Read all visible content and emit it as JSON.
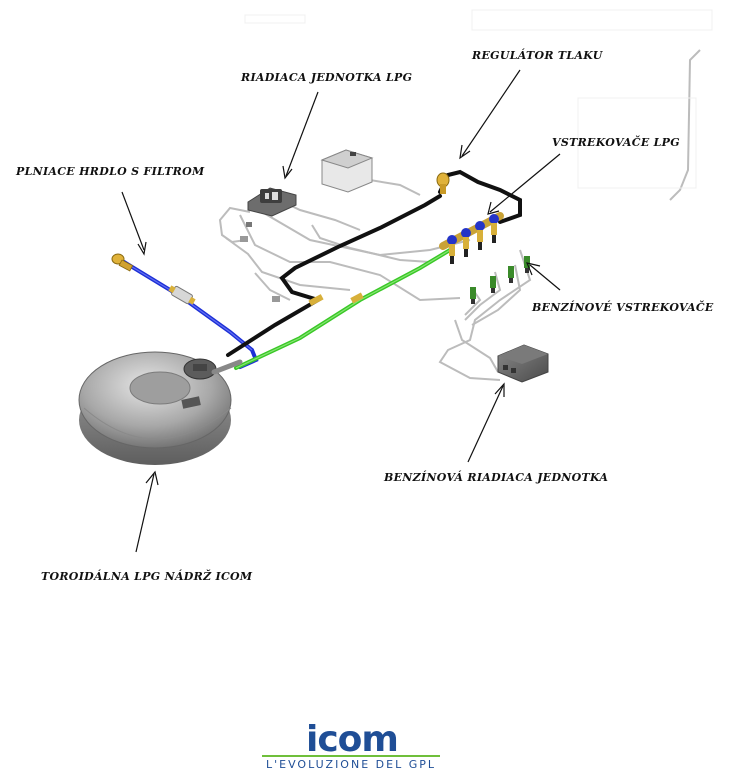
{
  "labels": {
    "fuel_filler": "PLNIACE HRDLO S FILTROM",
    "lpg_ecu": "RIADIACA JEDNOTKA LPG",
    "pressure_regulator": "REGULÁTOR TLAKU",
    "lpg_injectors": "VSTREKOVAČE LPG",
    "petrol_injectors": "BENZÍNOVÉ VSTREKOVAČE",
    "petrol_ecu": "BENZÍNOVÁ RIADIACA JEDNOTKA",
    "tank": "TOROIDÁLNA LPG NÁDRŽ ICOM"
  },
  "logo": {
    "brand": "icom",
    "tagline": "L'EVOLUZIONE DEL GPL",
    "brand_color": "#1f4e96",
    "accent_color": "#6fbf3a"
  },
  "colors": {
    "filler_line": "#1d2fd6",
    "lpg_line": "#39c826",
    "regulator_line": "#111111",
    "wiring": "#b8b8b8",
    "brass": "#d8b03a",
    "injector_blue": "#2434c8",
    "tank": "#a9a9a9"
  }
}
